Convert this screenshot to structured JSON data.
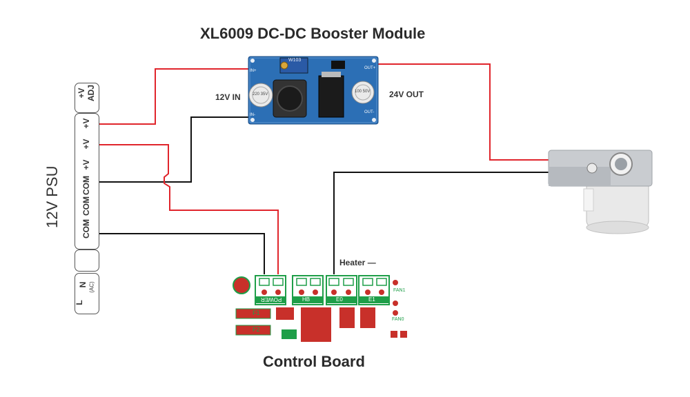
{
  "title": "XL6009 DC-DC Booster Module",
  "footer_title": "Control Board",
  "booster": {
    "in_label": "12V IN",
    "out_label": "24V OUT",
    "chip_text": "W103",
    "cap_left": "220 35V",
    "cap_right": "100 50V",
    "pin_in_plus": "IN+",
    "pin_in_minus": "IN-",
    "pin_out_plus": "OUT+",
    "pin_out_minus": "OUT-"
  },
  "psu": {
    "name": "12V PSU",
    "adj_terminal": [
      "+V",
      "ADJ"
    ],
    "terminals": [
      "+V",
      "+V",
      "+V",
      "COM",
      "COM",
      "COM"
    ],
    "ground_symbol": "⏚",
    "ac_terminal": [
      "L",
      "N",
      "(AC)"
    ]
  },
  "board": {
    "heater_label": "Heater —",
    "connectors": [
      "POWER",
      "HB",
      "E0",
      "E1"
    ],
    "fan_labels": [
      "FAN1",
      "FAN0"
    ],
    "fuse_labels": [
      "F1",
      "F2"
    ]
  },
  "colors": {
    "wire_red": "#e0242b",
    "wire_black": "#111111",
    "pcb_blue": "#2c6fb5",
    "board_green": "#1e9e48",
    "board_red": "#c8302a"
  }
}
